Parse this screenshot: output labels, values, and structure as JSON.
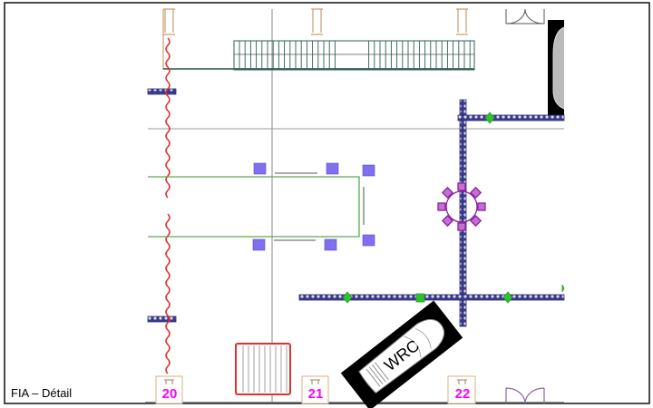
{
  "caption": "FIA – Détail",
  "car_label": "WRC",
  "stands": [
    {
      "number": "20"
    },
    {
      "number": "21"
    },
    {
      "number": "22"
    }
  ],
  "colors": {
    "truss": "#3a3a8c",
    "stand_number": "#ff00ff",
    "railing": "#2f5f55",
    "red_line": "#e03030",
    "green_lines": "#5aaa50",
    "purple_boxes": "#8070f0",
    "round_table": "#9020a0",
    "pillar": "#c8a070"
  }
}
